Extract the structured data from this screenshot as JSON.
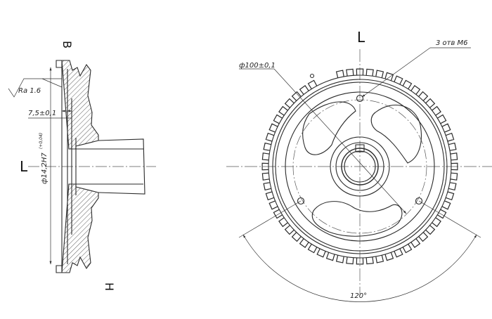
{
  "side_view": {
    "label_top": "В",
    "label_bottom": "Н",
    "section_label": "L",
    "roughness": "Ra 1.6",
    "offset_dim": "7,5±0,1",
    "bore_dim": "ф14,2H7",
    "bore_tol": "(+0,04)"
  },
  "front_view": {
    "section_label": "L",
    "pcd_dim": "ф100±0,1",
    "holes_note": "3 отв М6",
    "angle_dim": "120°",
    "tooth_count": 58,
    "missing_teeth": 2
  },
  "colors": {
    "line": "#2a2a2a",
    "center_line": "#555555",
    "hatch": "#333333"
  }
}
